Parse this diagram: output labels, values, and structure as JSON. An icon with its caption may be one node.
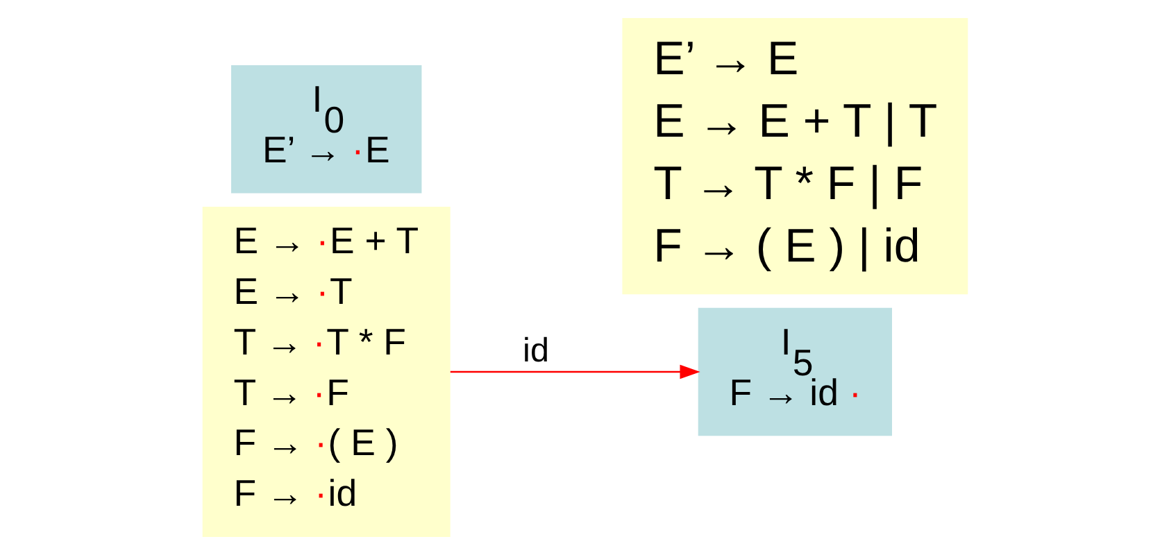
{
  "diagram": {
    "nodes": [
      {
        "text": [
          "I$_{0}$",
          "E’ → ·E"
        ]
      },
      {
        "text": [
          "E → ·E + T",
          "E → ·T",
          "T → ·T * F",
          "T → ·F",
          "F → ·( E )",
          "F → ·id"
        ]
      },
      {
        "text": [
          "E’ → E",
          "E → E + T | T",
          "T → T * F | F",
          "F → ( E ) | id"
        ]
      },
      {
        "text": [
          "I$_{5}$",
          "F → id ·"
        ]
      }
    ],
    "edges": [
      {
        "from": 1,
        "to": 3,
        "arrow": "to",
        "label": "id",
        "color": "#ff0000"
      }
    ]
  }
}
